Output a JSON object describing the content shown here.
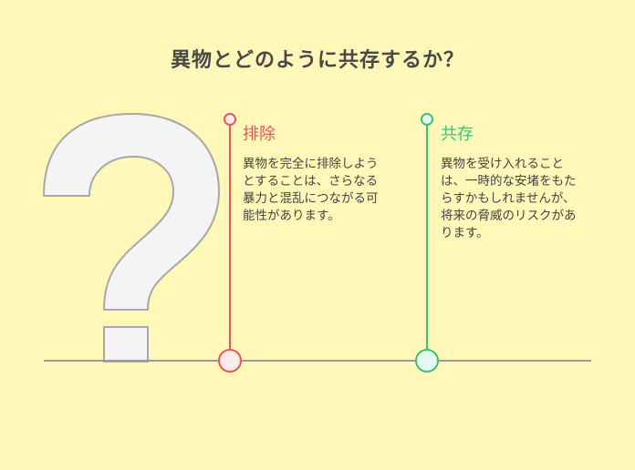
{
  "title": "異物とどのように共存するか？",
  "options": [
    {
      "heading": "排除",
      "text": "異物を完全に排除しようとすることは、さらなる暴力と混乱につながる可能性があります。",
      "color": "#e05a5a"
    },
    {
      "heading": "共存",
      "text": "異物を受け入れることは、一時的な安堵をもたらすかもしれませんが、将来の脅威のリスクがあります。",
      "color": "#3fbf79"
    }
  ],
  "icons": [
    "question-mark-icon"
  ]
}
